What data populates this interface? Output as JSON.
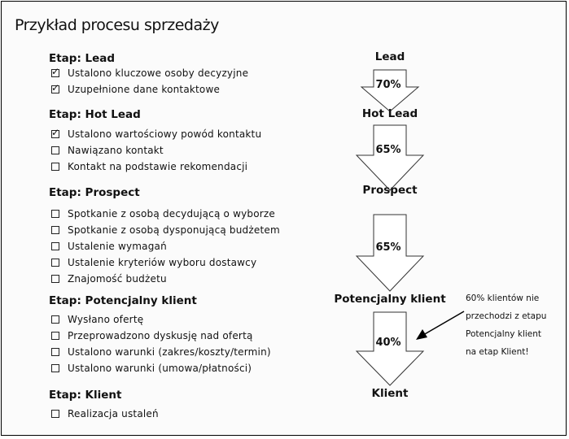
{
  "title": "Przykład procesu sprzedaży",
  "stages": [
    {
      "heading": "Etap: Lead",
      "items": [
        {
          "text": "Ustalono kluczowe osoby decyzyjne",
          "checked": true
        },
        {
          "text": "Uzupełnione dane kontaktowe",
          "checked": true
        }
      ]
    },
    {
      "heading": "Etap: Hot Lead",
      "items": [
        {
          "text": "Ustalono wartościowy powód kontaktu",
          "checked": true
        },
        {
          "text": "Nawiązano kontakt",
          "checked": false
        },
        {
          "text": "Kontakt na podstawie rekomendacji",
          "checked": false
        }
      ]
    },
    {
      "heading": "Etap: Prospect",
      "items": [
        {
          "text": "Spotkanie z osobą decydującą o wyborze",
          "checked": false
        },
        {
          "text": "Spotkanie z osobą dysponującą budżetem",
          "checked": false
        },
        {
          "text": "Ustalenie wymagań",
          "checked": false
        },
        {
          "text": "Ustalenie kryteriów wyboru dostawcy",
          "checked": false
        },
        {
          "text": "Znajomość budżetu",
          "checked": false
        }
      ]
    },
    {
      "heading": "Etap: Potencjalny klient",
      "items": [
        {
          "text": "Wysłano ofertę",
          "checked": false
        },
        {
          "text": "Przeprowadzono dyskusję nad ofertą",
          "checked": false
        },
        {
          "text": "Ustalono warunki (zakres/koszty/termin)",
          "checked": false
        },
        {
          "text": "Ustalono warunki (umowa/płatności)",
          "checked": false
        }
      ]
    },
    {
      "heading": "Etap: Klient",
      "items": [
        {
          "text": "Realizacja ustaleń",
          "checked": false
        }
      ]
    }
  ],
  "flow": {
    "labels": [
      "Lead",
      "Hot Lead",
      "Prospect",
      "Potencjalny klient",
      "Klient"
    ],
    "conversions": [
      "70%",
      "65%",
      "65%",
      "40%"
    ]
  },
  "note": {
    "lines": [
      "60% klientów nie",
      "przechodzi z etapu",
      "Potencjalny klient",
      "na etap Klient!"
    ]
  }
}
